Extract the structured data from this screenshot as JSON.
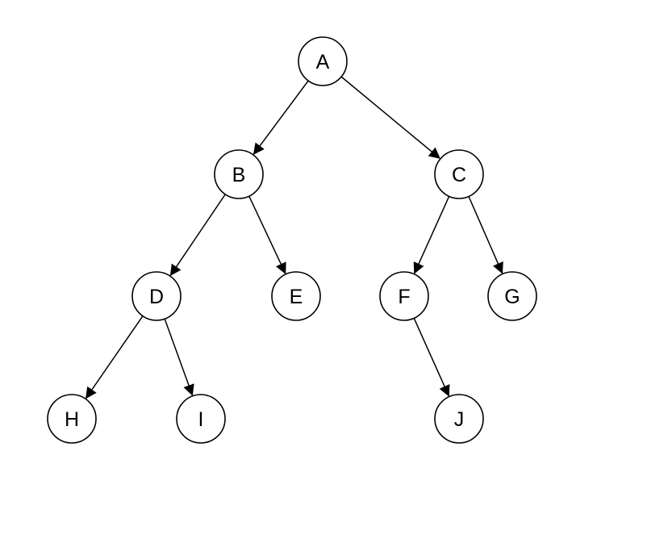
{
  "tree": {
    "nodes": [
      {
        "id": "A",
        "label": "A"
      },
      {
        "id": "B",
        "label": "B"
      },
      {
        "id": "C",
        "label": "C"
      },
      {
        "id": "D",
        "label": "D"
      },
      {
        "id": "E",
        "label": "E"
      },
      {
        "id": "F",
        "label": "F"
      },
      {
        "id": "G",
        "label": "G"
      },
      {
        "id": "H",
        "label": "H"
      },
      {
        "id": "I",
        "label": "I"
      },
      {
        "id": "J",
        "label": "J"
      }
    ],
    "edges": [
      {
        "from": "A",
        "to": "B"
      },
      {
        "from": "A",
        "to": "C"
      },
      {
        "from": "B",
        "to": "D"
      },
      {
        "from": "B",
        "to": "E"
      },
      {
        "from": "C",
        "to": "F"
      },
      {
        "from": "C",
        "to": "G"
      },
      {
        "from": "D",
        "to": "H"
      },
      {
        "from": "D",
        "to": "I"
      },
      {
        "from": "F",
        "to": "J"
      }
    ]
  }
}
